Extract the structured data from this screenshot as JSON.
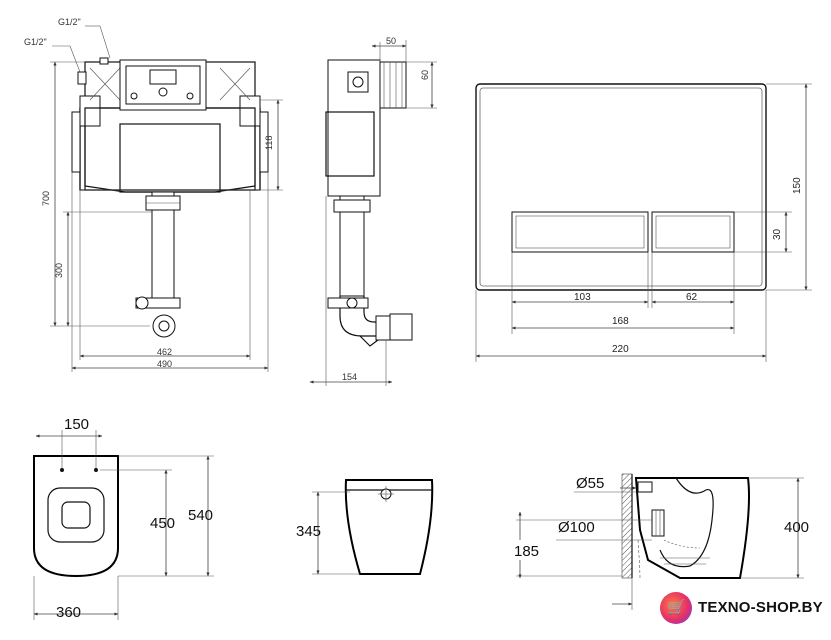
{
  "frame": {
    "labels": {
      "g_top": "G1/2\"",
      "g_left": "G1/2\"",
      "h700": "700",
      "h300": "300",
      "h118": "118",
      "w462": "462",
      "w490": "490",
      "w50": "50",
      "h60": "60",
      "d154": "154"
    }
  },
  "flush_plate": {
    "labels": {
      "h150": "150",
      "h30": "30",
      "w103": "103",
      "w62": "62",
      "w168": "168",
      "w220": "220"
    }
  },
  "toilet": {
    "labels": {
      "w150": "150",
      "h450": "450",
      "h540": "540",
      "w360": "360",
      "h345": "345",
      "d55": "Ø55",
      "d100": "Ø100",
      "h185": "185",
      "h400": "400"
    }
  },
  "logo": {
    "brand": "TEXNO-SHOP.BY",
    "icon": "cart-icon"
  }
}
